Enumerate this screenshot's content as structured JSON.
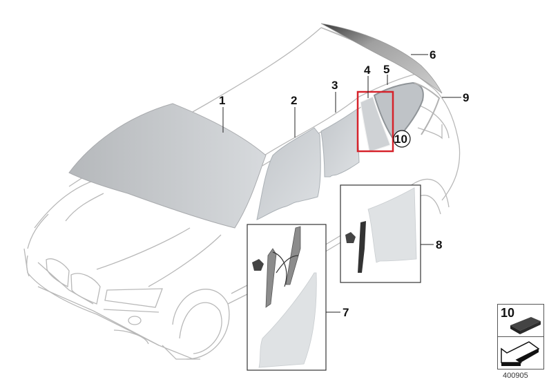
{
  "diagram": {
    "title": "Vehicle glazing / window glass parts diagram",
    "catalog_number": "400905",
    "colors": {
      "outline": "#b4b4b4",
      "glass": "#c8ccd0",
      "highlight": "#d6232b",
      "label": "#111111",
      "box_border": "#333333"
    },
    "callouts": [
      {
        "id": "1",
        "label": "1",
        "part": "windscreen"
      },
      {
        "id": "2",
        "label": "2",
        "part": "front-door-window"
      },
      {
        "id": "3",
        "label": "3",
        "part": "rear-door-window"
      },
      {
        "id": "4",
        "label": "4",
        "part": "rear-door-fixed-quarter-glass"
      },
      {
        "id": "5",
        "label": "5",
        "part": "side-window-rear"
      },
      {
        "id": "6",
        "label": "6",
        "part": "rear-window-upper"
      },
      {
        "id": "7",
        "label": "7",
        "part": "front-window-regulator-kit"
      },
      {
        "id": "8",
        "label": "8",
        "part": "rear-window-regulator-kit"
      },
      {
        "id": "9",
        "label": "9",
        "part": "rear-window"
      },
      {
        "id": "10",
        "label": "10",
        "part": "circled-reference-adhesive"
      }
    ],
    "highlight_box": {
      "target": "4"
    },
    "legend": {
      "item_number": "10",
      "item": "adhesive-pad",
      "arrow": "direction-arrow"
    }
  }
}
